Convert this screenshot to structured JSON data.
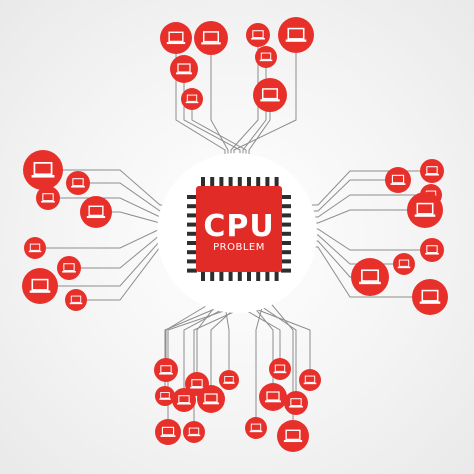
{
  "chip": {
    "title": "CPU",
    "subtitle": "PROBLEM"
  },
  "colors": {
    "node_red": "#e8302b",
    "chip_red": "#e02b26",
    "circuit_line": "#8d8d8d",
    "pin": "#2e2e2e",
    "background": "#f2f2f2"
  },
  "node_icon": "laptop-icon",
  "node_count": 38
}
